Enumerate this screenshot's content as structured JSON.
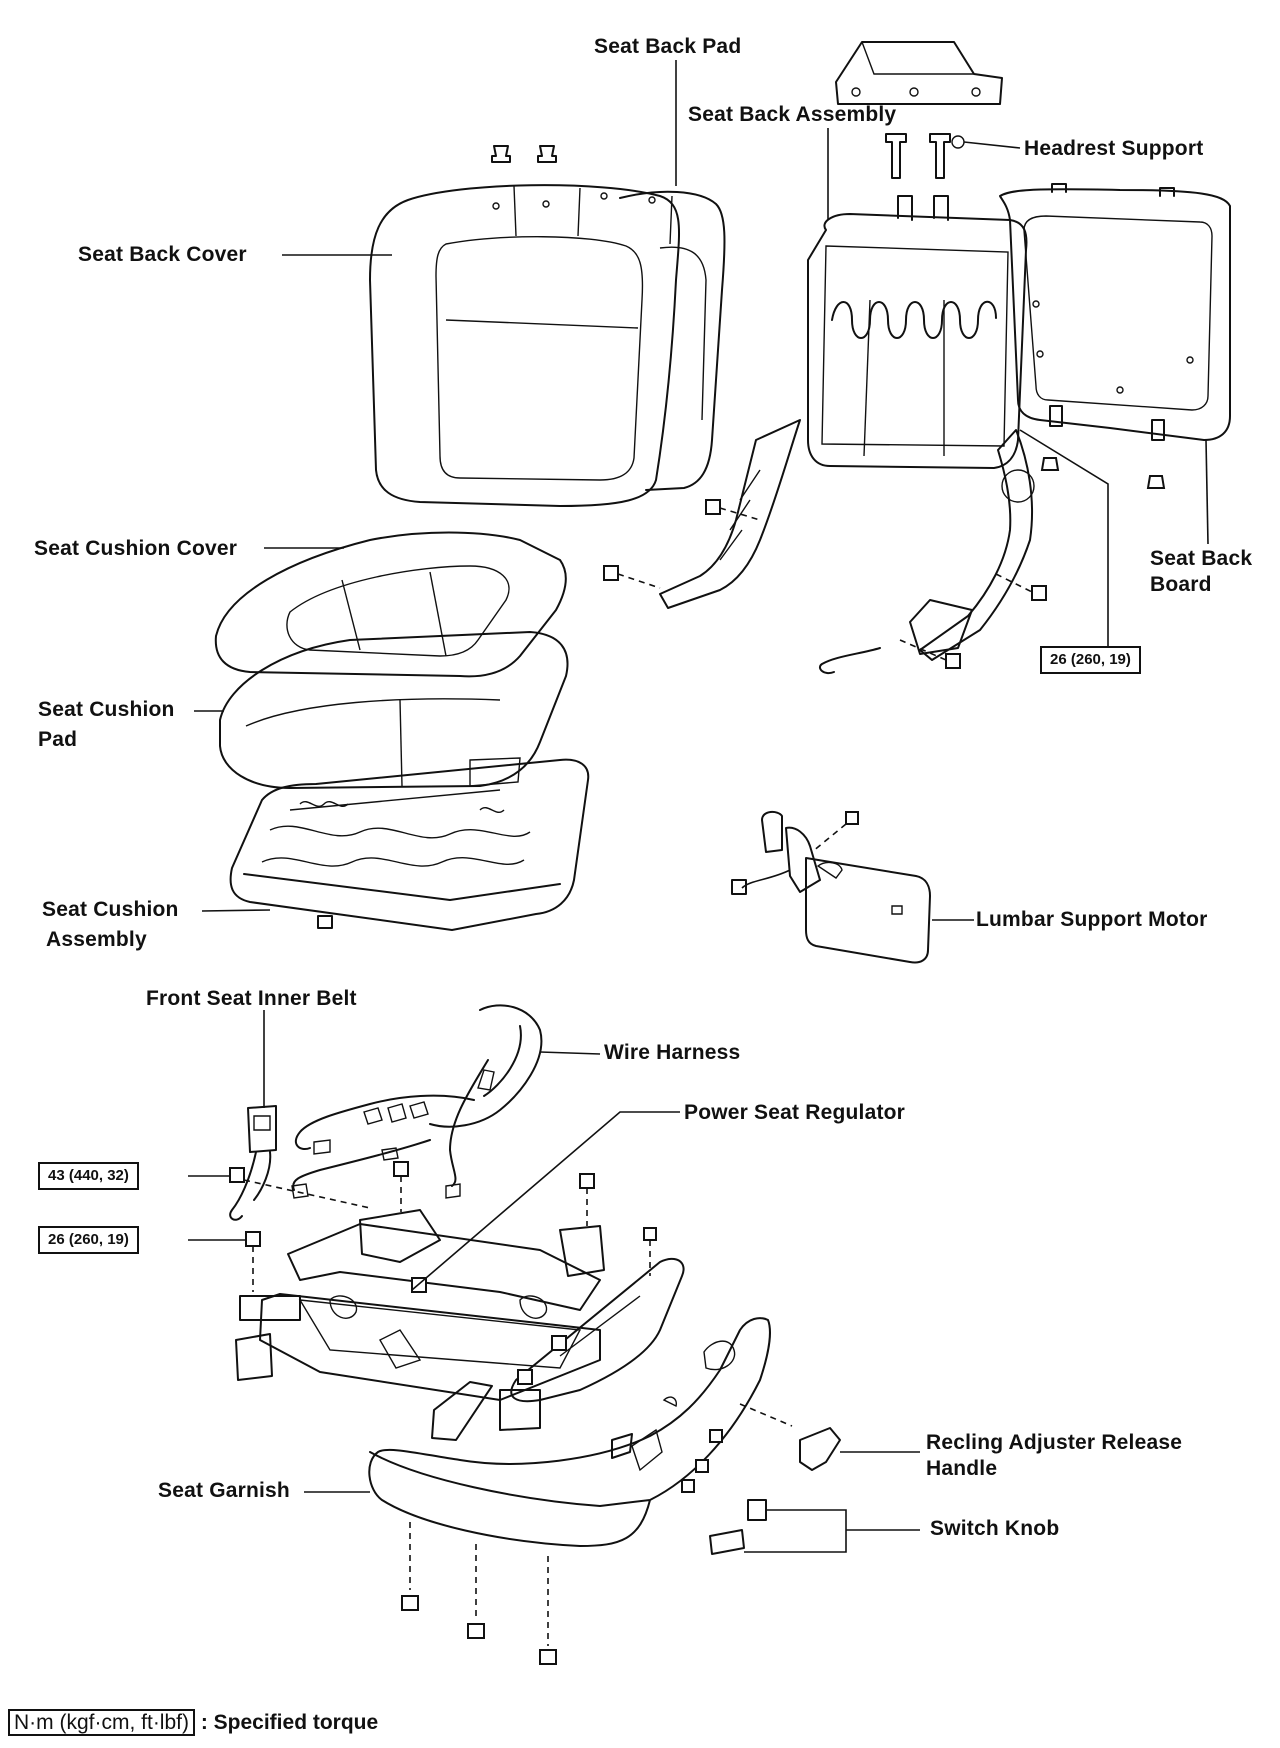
{
  "labels": {
    "seat_back_pad": "Seat Back Pad",
    "seat_back_assembly": "Seat Back Assembly",
    "headrest_support": "Headrest Support",
    "seat_back_cover": "Seat Back Cover",
    "seat_cushion_cover": "Seat Cushion Cover",
    "seat_cushion_pad_1": "Seat Cushion",
    "seat_cushion_pad_2": "Pad",
    "seat_back_board_1": "Seat Back",
    "seat_back_board_2": "Board",
    "seat_cushion_assembly_1": "Seat Cushion",
    "seat_cushion_assembly_2": "Assembly",
    "lumbar_support_motor": "Lumbar Support Motor",
    "front_seat_inner_belt": "Front Seat Inner Belt",
    "wire_harness": "Wire Harness",
    "power_seat_regulator": "Power Seat Regulator",
    "recling_handle_1": "Recling Adjuster Release",
    "recling_handle_2": "Handle",
    "seat_garnish": "Seat Garnish",
    "switch_knob": "Switch Knob"
  },
  "torques": {
    "seat_back": "26 (260, 19)",
    "inner_belt": "43 (440, 32)",
    "regulator": "26 (260, 19)"
  },
  "legend": {
    "unit": "N·m (kgf·cm, ft·lbf)",
    "text": ": Specified torque"
  }
}
